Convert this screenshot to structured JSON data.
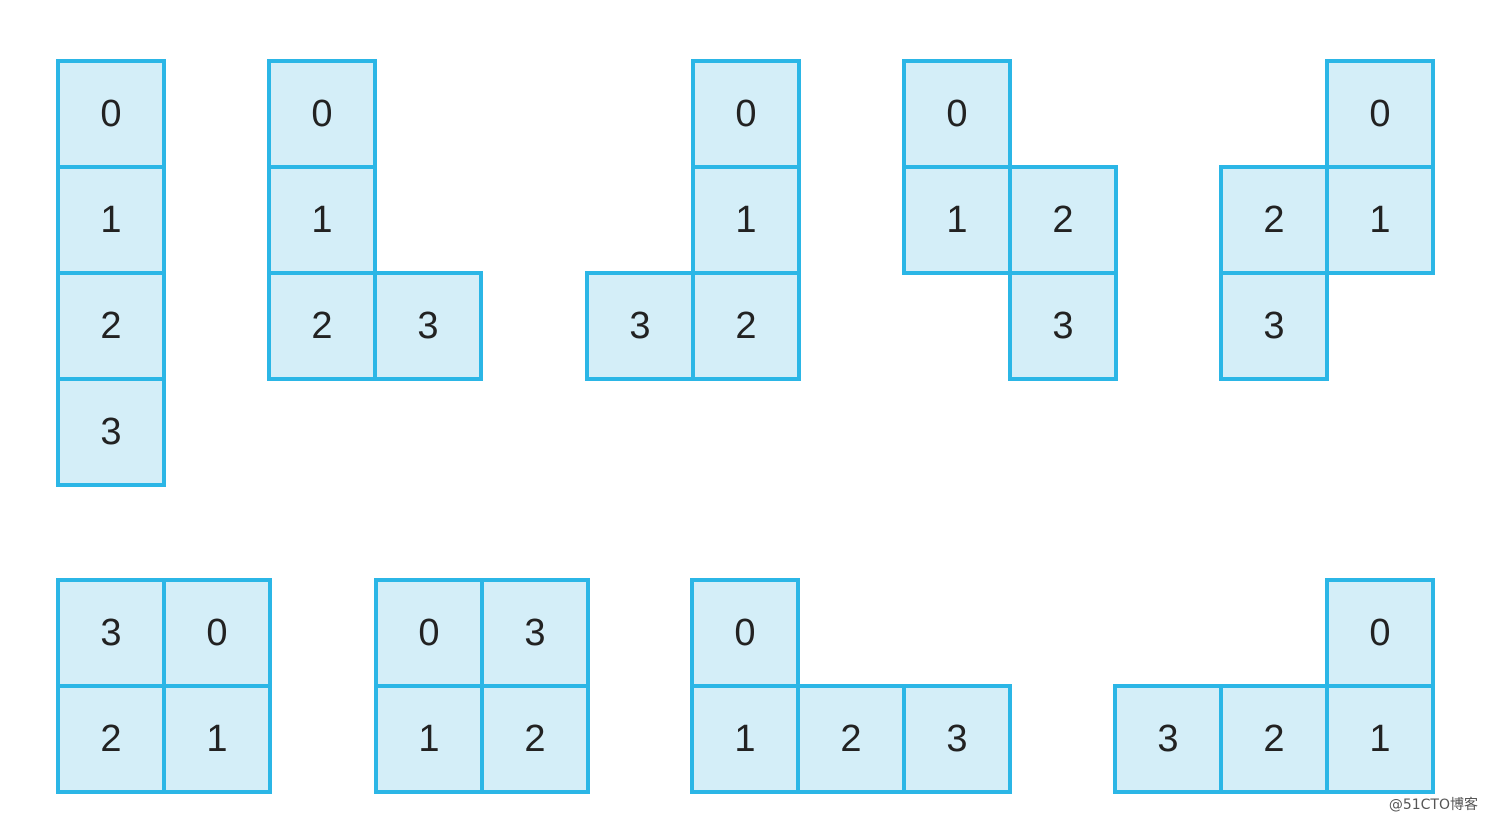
{
  "colors": {
    "cell_fill": "#d4eef8",
    "cell_border": "#2bb6e6",
    "text": "#222222",
    "background": "#ffffff"
  },
  "shapes": [
    {
      "name": "i-vertical",
      "cells": [
        {
          "row": 0,
          "col": 0,
          "label": "0"
        },
        {
          "row": 1,
          "col": 0,
          "label": "1"
        },
        {
          "row": 2,
          "col": 0,
          "label": "2"
        },
        {
          "row": 3,
          "col": 0,
          "label": "3"
        }
      ]
    },
    {
      "name": "l-right",
      "cells": [
        {
          "row": 0,
          "col": 0,
          "label": "0"
        },
        {
          "row": 1,
          "col": 0,
          "label": "1"
        },
        {
          "row": 2,
          "col": 0,
          "label": "2"
        },
        {
          "row": 2,
          "col": 1,
          "label": "3"
        }
      ]
    },
    {
      "name": "j-left",
      "cells": [
        {
          "row": 0,
          "col": 1,
          "label": "0"
        },
        {
          "row": 1,
          "col": 1,
          "label": "1"
        },
        {
          "row": 2,
          "col": 1,
          "label": "2"
        },
        {
          "row": 2,
          "col": 0,
          "label": "3"
        }
      ]
    },
    {
      "name": "s-vertical",
      "cells": [
        {
          "row": 0,
          "col": 0,
          "label": "0"
        },
        {
          "row": 1,
          "col": 0,
          "label": "1"
        },
        {
          "row": 1,
          "col": 1,
          "label": "2"
        },
        {
          "row": 2,
          "col": 1,
          "label": "3"
        }
      ]
    },
    {
      "name": "z-vertical",
      "cells": [
        {
          "row": 0,
          "col": 1,
          "label": "0"
        },
        {
          "row": 1,
          "col": 1,
          "label": "1"
        },
        {
          "row": 1,
          "col": 0,
          "label": "2"
        },
        {
          "row": 2,
          "col": 0,
          "label": "3"
        }
      ]
    },
    {
      "name": "o-square-a",
      "cells": [
        {
          "row": 0,
          "col": 0,
          "label": "3"
        },
        {
          "row": 0,
          "col": 1,
          "label": "0"
        },
        {
          "row": 1,
          "col": 0,
          "label": "2"
        },
        {
          "row": 1,
          "col": 1,
          "label": "1"
        }
      ]
    },
    {
      "name": "o-square-b",
      "cells": [
        {
          "row": 0,
          "col": 0,
          "label": "0"
        },
        {
          "row": 0,
          "col": 1,
          "label": "3"
        },
        {
          "row": 1,
          "col": 0,
          "label": "1"
        },
        {
          "row": 1,
          "col": 1,
          "label": "2"
        }
      ]
    },
    {
      "name": "j-horizontal",
      "cells": [
        {
          "row": 0,
          "col": 0,
          "label": "0"
        },
        {
          "row": 1,
          "col": 0,
          "label": "1"
        },
        {
          "row": 1,
          "col": 1,
          "label": "2"
        },
        {
          "row": 1,
          "col": 2,
          "label": "3"
        }
      ]
    },
    {
      "name": "l-horizontal",
      "cells": [
        {
          "row": 0,
          "col": 2,
          "label": "0"
        },
        {
          "row": 1,
          "col": 2,
          "label": "1"
        },
        {
          "row": 1,
          "col": 1,
          "label": "2"
        },
        {
          "row": 1,
          "col": 0,
          "label": "3"
        }
      ]
    }
  ],
  "watermark": "@51CTO博客"
}
